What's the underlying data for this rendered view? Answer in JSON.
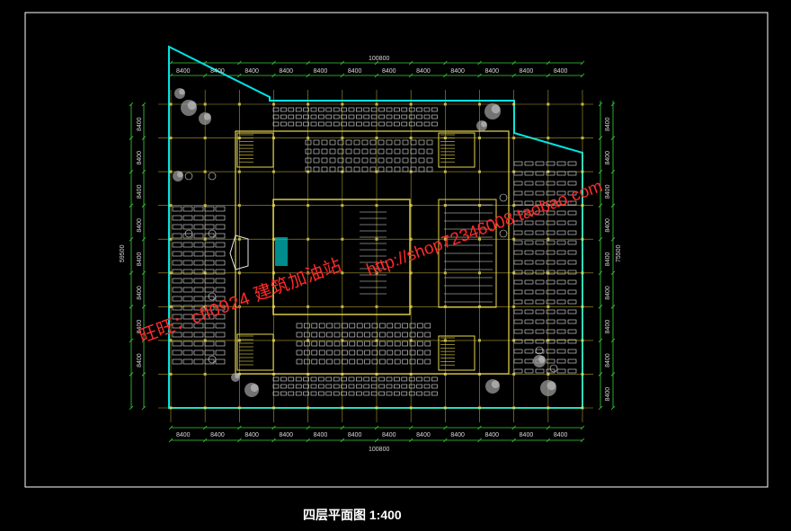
{
  "drawing": {
    "caption": "四层平面图 1:400",
    "top_total": "100800",
    "bottom_total": "100800",
    "left_total": "59500",
    "right_total": "75500",
    "top_dims": [
      "8400",
      "8400",
      "8400",
      "8400",
      "8400",
      "8400",
      "8400",
      "8400",
      "8400",
      "8400",
      "8400",
      "8400"
    ],
    "bottom_dims": [
      "8400",
      "8400",
      "8400",
      "8400",
      "8400",
      "8400",
      "8400",
      "8400",
      "8400",
      "8400",
      "8400",
      "8400"
    ],
    "left_dims": [
      "8400",
      "8400",
      "8400",
      "8400",
      "8400",
      "8400",
      "8400",
      "8400"
    ],
    "right_dims": [
      "8400",
      "8400",
      "8400",
      "8400",
      "8400",
      "8400",
      "8400",
      "8400",
      "8400"
    ],
    "watermark_left": "旺旺：cfl0924 建筑加油站",
    "watermark_right": "http://shop72346008.taobao.com",
    "colors": {
      "background": "#000000",
      "frame": "#ffffff",
      "wall": "#00e5e5",
      "structure": "#e8d84a",
      "dimension": "#3cd23c",
      "furniture": "#e6e6e6",
      "watermark": "#ff2a2a"
    }
  }
}
